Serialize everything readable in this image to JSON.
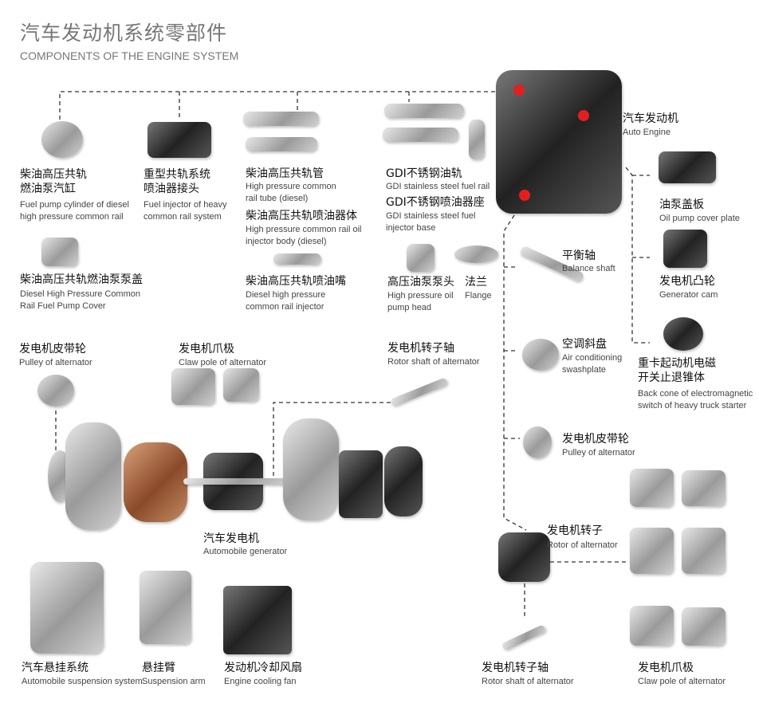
{
  "header": {
    "title": "汽车发动机系统零部件",
    "subtitle": "COMPONENTS OF THE ENGINE SYSTEM"
  },
  "colors": {
    "hotspot": "#e21f1f",
    "title": "#777777"
  },
  "parts": {
    "pump_cylinder": {
      "cn": "柴油高压共轨\n燃油泵汽缸",
      "en": "Fuel pump cylinder of diesel\nhigh pressure common rail"
    },
    "injector_connector": {
      "cn": "重型共轨系统\n喷油器接头",
      "en": "Fuel injector of heavy\ncommon rail system"
    },
    "rail_tube": {
      "cn": "柴油高压共轨管",
      "en": "High pressure common\nrail tube (diesel)"
    },
    "injector_body": {
      "cn": "柴油高压共轨喷油器体",
      "en": "High pressure common rail oil\ninjector body (diesel)"
    },
    "pump_cover": {
      "cn": "柴油高压共轨燃油泵泵盖",
      "en": "Diesel High Pressure Common\nRail Fuel Pump Cover"
    },
    "nozzle": {
      "cn": "柴油高压共轨喷油嘴",
      "en": "Diesel high pressure\ncommon rail injector"
    },
    "gdi_rail": {
      "cn": "GDI不锈钢油轨",
      "en": "GDI stainless steel fuel rail"
    },
    "gdi_base": {
      "cn": "GDI不锈钢喷油器座",
      "en": "GDI stainless steel fuel\ninjector base"
    },
    "pump_head": {
      "cn": "高压油泵泵头",
      "en": "High pressure oil\npump head"
    },
    "flange": {
      "cn": "法兰",
      "en": "Flange"
    },
    "engine": {
      "cn": "汽车发动机",
      "en": "Auto Engine"
    },
    "oil_pump_plate": {
      "cn": "油泵盖板",
      "en": "Oil pump cover plate"
    },
    "generator_cam": {
      "cn": "发电机凸轮",
      "en": "Generator cam"
    },
    "back_cone": {
      "cn": "重卡起动机电磁\n开关止退锥体",
      "en": "Back cone of electromagnetic\nswitch of heavy truck starter"
    },
    "balance_shaft": {
      "cn": "平衡轴",
      "en": "Balance shaft"
    },
    "swashplate": {
      "cn": "空调斜盘",
      "en": "Air conditioning\nswashplate"
    },
    "pulley_right": {
      "cn": "发电机皮带轮",
      "en": "Pulley of alternator"
    },
    "rotor": {
      "cn": "发电机转子",
      "en": "Rotor of alternator"
    },
    "rotor_shaft_right": {
      "cn": "发电机转子轴",
      "en": "Rotor shaft of alternator"
    },
    "claw_pole_right": {
      "cn": "发电机爪极",
      "en": "Claw pole of alternator"
    },
    "pulley_left": {
      "cn": "发电机皮带轮",
      "en": "Pulley of alternator"
    },
    "claw_pole_left": {
      "cn": "发电机爪极",
      "en": "Claw pole of alternator"
    },
    "rotor_shaft_left": {
      "cn": "发电机转子轴",
      "en": "Rotor shaft of alternator"
    },
    "generator": {
      "cn": "汽车发电机",
      "en": "Automobile generator"
    },
    "suspension": {
      "cn": "汽车悬挂系统",
      "en": "Automobile suspension system"
    },
    "suspension_arm": {
      "cn": "悬挂臂",
      "en": "Suspension arm"
    },
    "cooling_fan": {
      "cn": "发动机冷却风扇",
      "en": "Engine cooling fan"
    }
  }
}
